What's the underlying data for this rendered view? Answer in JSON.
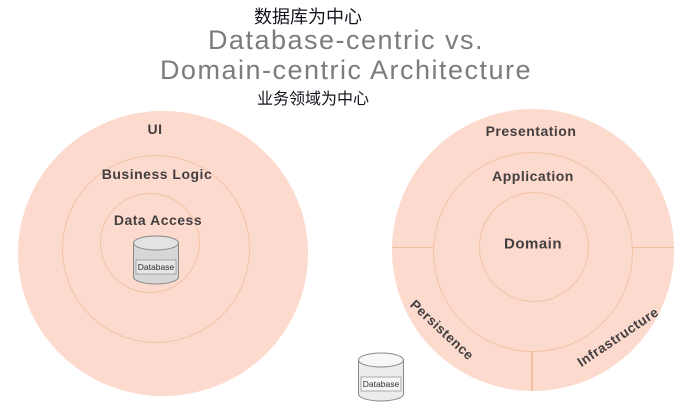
{
  "header": {
    "caption_top_zh": "数据库为中心",
    "title_line1": "Database-centric vs.",
    "title_line2": "Domain-centric Architecture",
    "caption_bottom_zh": "业务领域为中心"
  },
  "database_centric": {
    "layers": {
      "outer": "UI",
      "middle": "Business Logic",
      "inner": "Data Access"
    },
    "database_label": "Database"
  },
  "domain_centric": {
    "layers": {
      "outer": "Presentation",
      "middle": "Application",
      "inner": "Domain"
    },
    "outer_sectors": {
      "bottom_left": "Persistence",
      "bottom_right": "Infrastructure"
    },
    "database_label": "Database"
  },
  "colors": {
    "circle_fill": "#fcdacd",
    "ring_stroke": "#f3c3a6",
    "divider_line": "#f0c0a2",
    "layer_label_text": "#433e40",
    "title_text": "#7b7c7f",
    "caption_text": "#14141d",
    "cylinder_fill_left": "#d7d7d7",
    "cylinder_fill_right": "#ececec",
    "cylinder_stroke": "#888888"
  }
}
